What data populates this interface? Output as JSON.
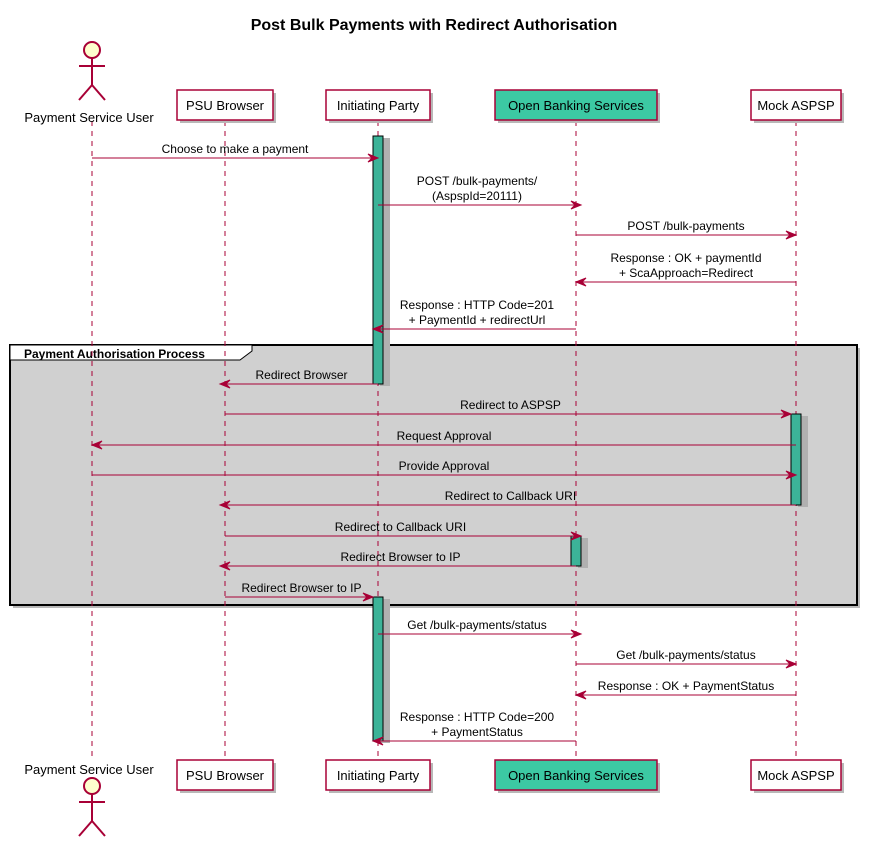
{
  "title": "Post Bulk Payments with Redirect Authorisation",
  "colors": {
    "line": "#A80036",
    "box_fill": "#FEFEFE",
    "accent": "#3CC9A3",
    "activation": "#3CB398",
    "group_fill": "#D0D0D0",
    "actor_fill": "#FEFECE"
  },
  "participants": [
    {
      "id": "psu",
      "label": "Payment Service User",
      "kind": "actor"
    },
    {
      "id": "browser",
      "label": "PSU Browser",
      "kind": "box"
    },
    {
      "id": "ip",
      "label": "Initiating Party",
      "kind": "box"
    },
    {
      "id": "obs",
      "label": "Open Banking Services",
      "kind": "box-accent"
    },
    {
      "id": "aspsp",
      "label": "Mock ASPSP",
      "kind": "box"
    }
  ],
  "group": {
    "label": "Payment Authorisation Process"
  },
  "messages": [
    {
      "from": "psu",
      "to": "ip",
      "lines": [
        "Choose to make a payment"
      ]
    },
    {
      "from": "ip",
      "to": "obs",
      "lines": [
        "POST /bulk-payments/",
        "(AspspId=20111)"
      ]
    },
    {
      "from": "obs",
      "to": "aspsp",
      "lines": [
        "POST /bulk-payments"
      ]
    },
    {
      "from": "aspsp",
      "to": "obs",
      "lines": [
        "Response : OK + paymentId",
        "+ ScaApproach=Redirect"
      ]
    },
    {
      "from": "obs",
      "to": "ip",
      "lines": [
        "Response : HTTP Code=201",
        "+ PaymentId + redirectUrl"
      ]
    },
    {
      "from": "ip",
      "to": "browser",
      "lines": [
        "Redirect Browser"
      ]
    },
    {
      "from": "browser",
      "to": "aspsp",
      "lines": [
        "Redirect to ASPSP"
      ]
    },
    {
      "from": "aspsp",
      "to": "psu",
      "lines": [
        "Request Approval"
      ]
    },
    {
      "from": "psu",
      "to": "aspsp",
      "lines": [
        "Provide Approval"
      ]
    },
    {
      "from": "aspsp",
      "to": "browser",
      "lines": [
        "Redirect to Callback URI"
      ]
    },
    {
      "from": "browser",
      "to": "obs",
      "lines": [
        "Redirect to Callback URI"
      ]
    },
    {
      "from": "obs",
      "to": "browser",
      "lines": [
        "Redirect Browser to IP"
      ]
    },
    {
      "from": "browser",
      "to": "ip",
      "lines": [
        "Redirect Browser to IP"
      ]
    },
    {
      "from": "ip",
      "to": "obs",
      "lines": [
        "Get /bulk-payments/status"
      ]
    },
    {
      "from": "obs",
      "to": "aspsp",
      "lines": [
        "Get /bulk-payments/status"
      ]
    },
    {
      "from": "aspsp",
      "to": "obs",
      "lines": [
        "Response : OK + PaymentStatus"
      ]
    },
    {
      "from": "obs",
      "to": "ip",
      "lines": [
        "Response : HTTP Code=200",
        "+ PaymentStatus"
      ]
    }
  ]
}
